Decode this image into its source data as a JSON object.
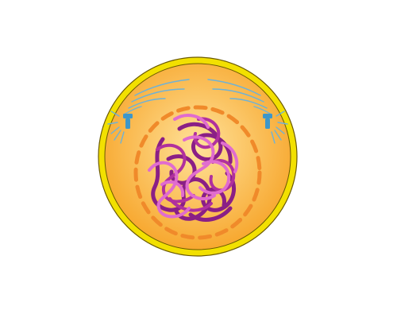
{
  "diagram": {
    "subject": "cell-in-prophase",
    "colors": {
      "cell_membrane": "#f2e000",
      "cell_membrane_edge": "#6b5a00",
      "cytoplasm_inner": "#ffe29a",
      "cytoplasm_outer": "#f7a62c",
      "nuclear_envelope": "#f08a2a",
      "chromatin_dark": "#8a1f86",
      "chromatin_mid": "#b0309e",
      "chromatin_light": "#e06ccf",
      "centrosome": "#3e97c9",
      "spindle_fibers": "#6fb2d6"
    },
    "components": [
      "cell-membrane",
      "cytoplasm",
      "nuclear-envelope",
      "chromatin",
      "centrosome-left",
      "centrosome-right",
      "spindle-fibers"
    ]
  }
}
